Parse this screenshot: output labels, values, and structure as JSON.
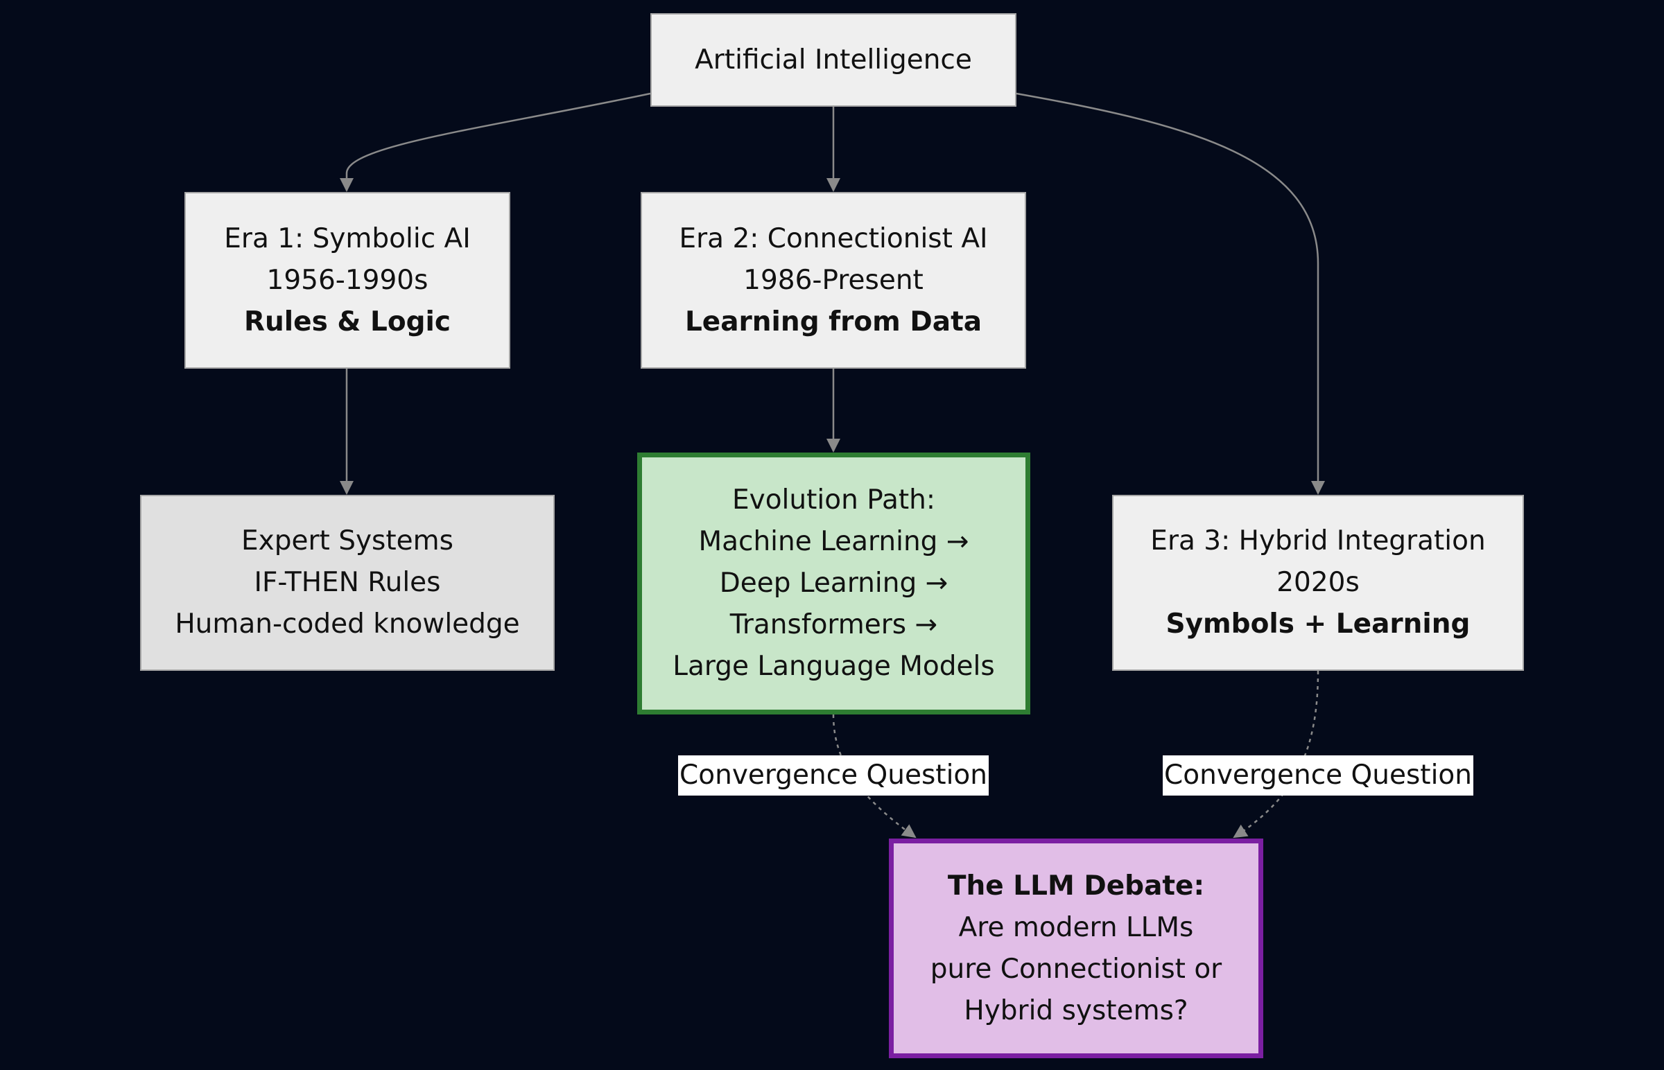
{
  "diagram": {
    "nodes": {
      "ai": {
        "lines": [
          "Artificial Intelligence"
        ]
      },
      "era1": {
        "lines": [
          "Era 1: Symbolic AI",
          "1956-1990s",
          "Rules & Logic"
        ]
      },
      "era2": {
        "lines": [
          "Era 2: Connectionist AI",
          "1986-Present",
          "Learning from Data"
        ]
      },
      "expert": {
        "lines": [
          "Expert Systems",
          "IF-THEN Rules",
          "Human-coded knowledge"
        ]
      },
      "evolution": {
        "lines": [
          "Evolution Path:",
          "Machine Learning →",
          "Deep Learning →",
          "Transformers →",
          "Large Language Models"
        ]
      },
      "era3": {
        "lines": [
          "Era 3: Hybrid Integration",
          "2020s",
          "Symbols + Learning"
        ]
      },
      "debate": {
        "lines": [
          "The LLM Debate:",
          "Are modern LLMs",
          "pure Connectionist or",
          "Hybrid systems?"
        ]
      }
    },
    "edges": [
      {
        "from": "ai",
        "to": "era1",
        "style": "solid"
      },
      {
        "from": "ai",
        "to": "era2",
        "style": "solid"
      },
      {
        "from": "ai",
        "to": "era3",
        "style": "solid"
      },
      {
        "from": "era1",
        "to": "expert",
        "style": "solid"
      },
      {
        "from": "era2",
        "to": "evolution",
        "style": "solid"
      },
      {
        "from": "evolution",
        "to": "debate",
        "style": "dashed",
        "label": "Convergence Question"
      },
      {
        "from": "era3",
        "to": "debate",
        "style": "dashed",
        "label": "Convergence Question"
      }
    ]
  },
  "colors": {
    "background": "#040a1a",
    "node_fill": "#efefef",
    "node_fill_grey": "#e0e0e0",
    "node_border": "#a6a6a6",
    "evolution_fill": "#c8e6c9",
    "evolution_border": "#2e7d32",
    "debate_fill": "#e1bee7",
    "debate_border": "#7b1fa2",
    "edge": "#8a8a8a"
  }
}
